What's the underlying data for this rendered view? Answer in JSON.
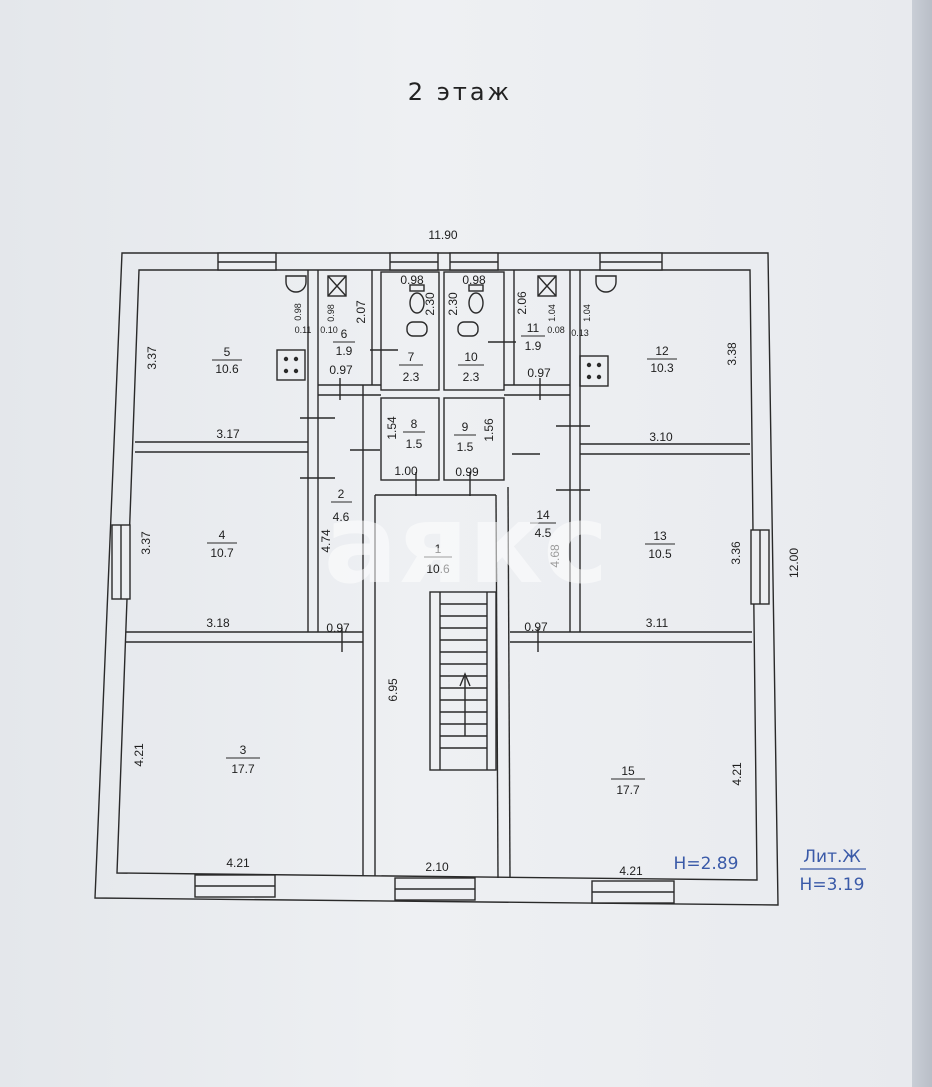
{
  "title": "2 этаж",
  "dims": {
    "top": "11.90",
    "right": "12.00",
    "r5_h": "3.37",
    "r5_w": "3.17",
    "r4_h": "3.37",
    "r4_w": "3.18",
    "r3_h": "4.21",
    "r3_w": "4.21",
    "r12_h": "3.38",
    "r12_w": "3.10",
    "r13_h": "3.36",
    "r13_w": "3.11",
    "r15_h": "4.21",
    "r15_w": "4.21",
    "r1_h": "6.95",
    "r1_w": "2.10",
    "r2_h": "4.74",
    "r2_w": "0.97",
    "r2_w_top": "0.97",
    "r14_h": "4.68",
    "r14_w": "0.97",
    "r14_w_top": "0.97",
    "r6_h": "2.07",
    "r6_a": "0.98",
    "r6_b": "0.97",
    "r6_c": "0.11",
    "r6_d": "0.10",
    "r7_w": "0.98",
    "r7_h": "2.30",
    "r10_w": "0.98",
    "r10_h": "2.30",
    "r11_h": "2.06",
    "r11_a": "1.04",
    "r11_b": "1.04",
    "r11_c": "0.08",
    "r11_d": "0.13",
    "r8_h": "1.54",
    "r8_w": "1.00",
    "r9_h": "1.56",
    "r9_w": "0.99"
  },
  "rooms": [
    {
      "num": "1",
      "area": "10.6"
    },
    {
      "num": "2",
      "area": "4.6"
    },
    {
      "num": "3",
      "area": "17.7"
    },
    {
      "num": "4",
      "area": "10.7"
    },
    {
      "num": "5",
      "area": "10.6"
    },
    {
      "num": "6",
      "area": "1.9"
    },
    {
      "num": "7",
      "area": "2.3"
    },
    {
      "num": "8",
      "area": "1.5"
    },
    {
      "num": "9",
      "area": "1.5"
    },
    {
      "num": "10",
      "area": "2.3"
    },
    {
      "num": "11",
      "area": "1.9"
    },
    {
      "num": "12",
      "area": "10.3"
    },
    {
      "num": "13",
      "area": "10.5"
    },
    {
      "num": "14",
      "area": "4.5"
    },
    {
      "num": "15",
      "area": "17.7"
    }
  ],
  "height_inner": "H=2.89",
  "lit": "Лит.Ж",
  "height_outer": "H=3.19",
  "watermark": "аякс",
  "colors": {
    "line": "#2a2a2a",
    "blue_note": "#3a5aa8",
    "paper": "#eceef1"
  }
}
